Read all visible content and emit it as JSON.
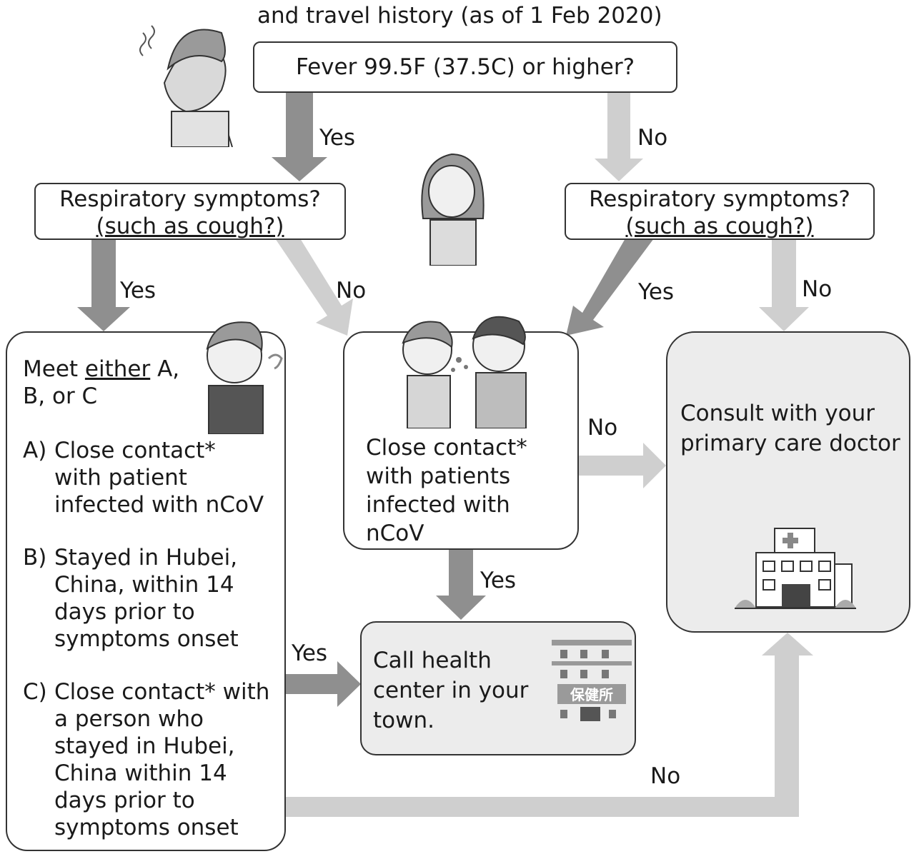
{
  "header": {
    "title_fragment": "and travel history (as of 1 Feb 2020)"
  },
  "q_fever": {
    "text": "Fever 99.5F (37.5C) or higher?"
  },
  "q_resp_left": {
    "line1": "Respiratory symptoms?",
    "line2": "(such as cough?)"
  },
  "q_resp_right": {
    "line1": "Respiratory symptoms?",
    "line2": "(such as cough?)"
  },
  "box_criteria": {
    "intro_pre": "Meet ",
    "intro_em": "either",
    "intro_post": " A,",
    "intro_line2": "B, or C",
    "a_letter": "A)",
    "a_lines": [
      "Close contact*",
      "with patient",
      "infected with nCoV"
    ],
    "b_letter": "B)",
    "b_lines": [
      "Stayed in Hubei,",
      "China, within 14",
      "days prior to",
      "symptoms onset"
    ],
    "c_letter": "C)",
    "c_lines": [
      "Close contact* with",
      "a person who",
      "stayed in Hubei,",
      "China within 14",
      "days prior to",
      "symptoms onset"
    ]
  },
  "box_contact": {
    "lines": [
      "Close contact*",
      "with patients",
      "infected with",
      "nCoV"
    ]
  },
  "box_call": {
    "lines": [
      "Call health",
      "center in your",
      "town."
    ],
    "sign": "保健所"
  },
  "box_consult": {
    "lines": [
      "Consult with your",
      "primary care doctor"
    ]
  },
  "labels": {
    "fever_yes": "Yes",
    "fever_no": "No",
    "left_yes": "Yes",
    "left_no": "No",
    "right_yes": "Yes",
    "right_no": "No",
    "contact_no": "No",
    "contact_yes": "Yes",
    "criteria_yes": "Yes",
    "criteria_no": "No"
  },
  "colors": {
    "arrow_dark": "#8f8f8f",
    "arrow_light": "#cfcfcf",
    "box_fill": "#ececec",
    "border": "#333333"
  }
}
